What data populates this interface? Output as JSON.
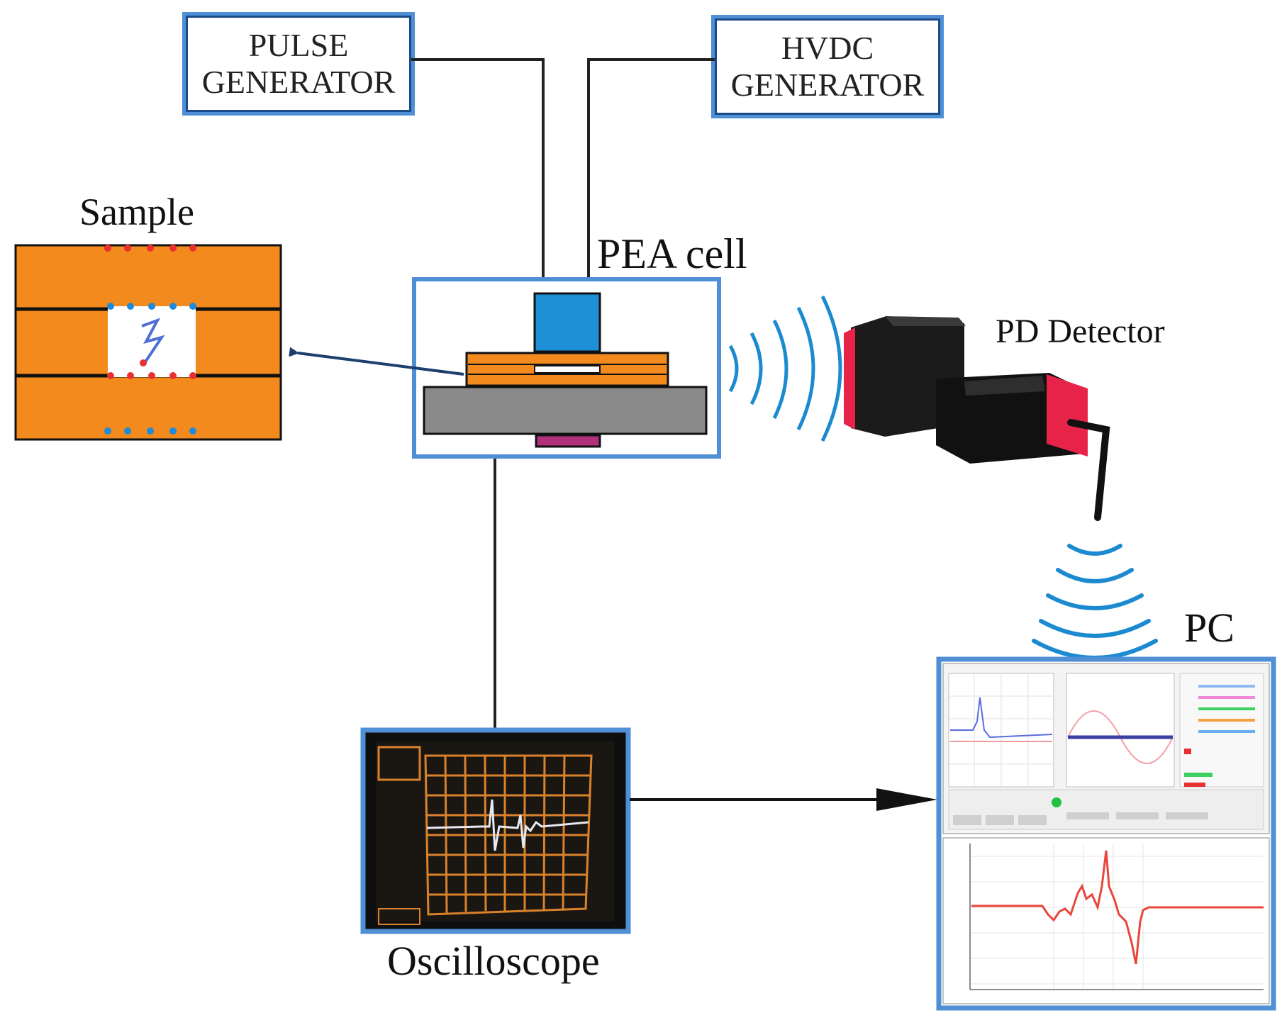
{
  "generators": {
    "pulse": {
      "line1": "PULSE",
      "line2": "GENERATOR"
    },
    "hvdc": {
      "line1": "HVDC",
      "line2": "GENERATOR"
    }
  },
  "labels": {
    "sample": "Sample",
    "pea_cell": "PEA cell",
    "pd_detector": "PD Detector",
    "pc": "PC",
    "oscilloscope": "Oscilloscope"
  },
  "colors": {
    "box_border": "#4f8fd6",
    "box_border_dark": "#1c4b8a",
    "orange": "#f28a1e",
    "electrode_blue": "#1e90d8",
    "base_gray": "#8a8a8a",
    "detector_red": "#e8234a",
    "wave_blue": "#1b8ad0",
    "scope_orange": "#d9822b",
    "trace_red": "#e8463c"
  }
}
